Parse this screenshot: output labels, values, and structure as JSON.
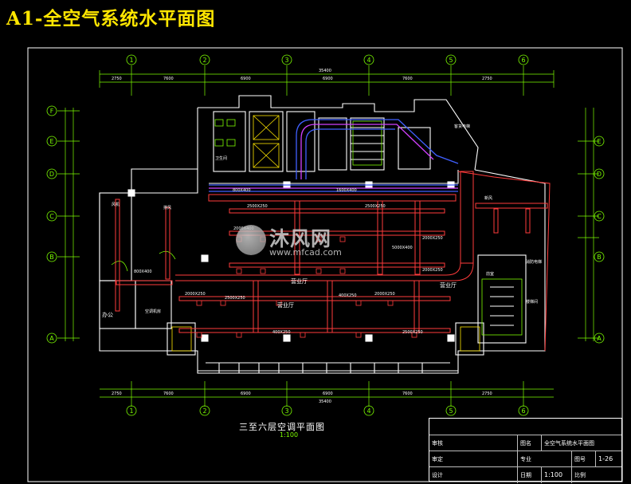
{
  "page_title": "A1-全空气系统水平面图",
  "axis_columns": [
    "1",
    "2",
    "3",
    "4",
    "5",
    "6"
  ],
  "axis_rows": [
    "F",
    "E",
    "D",
    "C",
    "B",
    "A"
  ],
  "dim_top": [
    "2750",
    "7600",
    "6900",
    "6900",
    "7600",
    "2750"
  ],
  "dim_top_total": "35400",
  "dim_bottom": [
    "2750",
    "7600",
    "6900",
    "6900",
    "7600",
    "2750"
  ],
  "dim_bottom_total": "35400",
  "room_labels": [
    "办公",
    "营业厅",
    "营业厅",
    "营业厅",
    "卫生间",
    "楼梯间",
    "客货电梯",
    "空调机房",
    "风机",
    "排风",
    "新风",
    "消防电梯",
    "前室"
  ],
  "duct_labels": [
    "800X400",
    "2500X250",
    "2500X250",
    "1600X400",
    "2000X400",
    "2000X250",
    "2000X250",
    "2000X250",
    "5000X400",
    "2500X250",
    "400X250",
    "2000X250",
    "400X250",
    "800X400",
    "2500X250"
  ],
  "plan_caption": "三至六层空调平面图",
  "plan_scale": "1:100",
  "watermark": {
    "text": "沐风网",
    "url": "www.mfcad.com"
  },
  "title_block": {
    "r1": [
      "审核",
      "图名",
      "全空气系统水平面图"
    ],
    "r2": [
      "审定",
      "专业",
      "图号",
      "1-26"
    ],
    "r3": [
      "设计",
      "日期",
      "1:100",
      "比例"
    ]
  },
  "colors": {
    "title": "#ffe600",
    "axis": "#7cfc00",
    "wall": "#ffffff",
    "duct": "#ff3b3b",
    "pipe": "#4060ff",
    "riser": "#d040ff"
  }
}
